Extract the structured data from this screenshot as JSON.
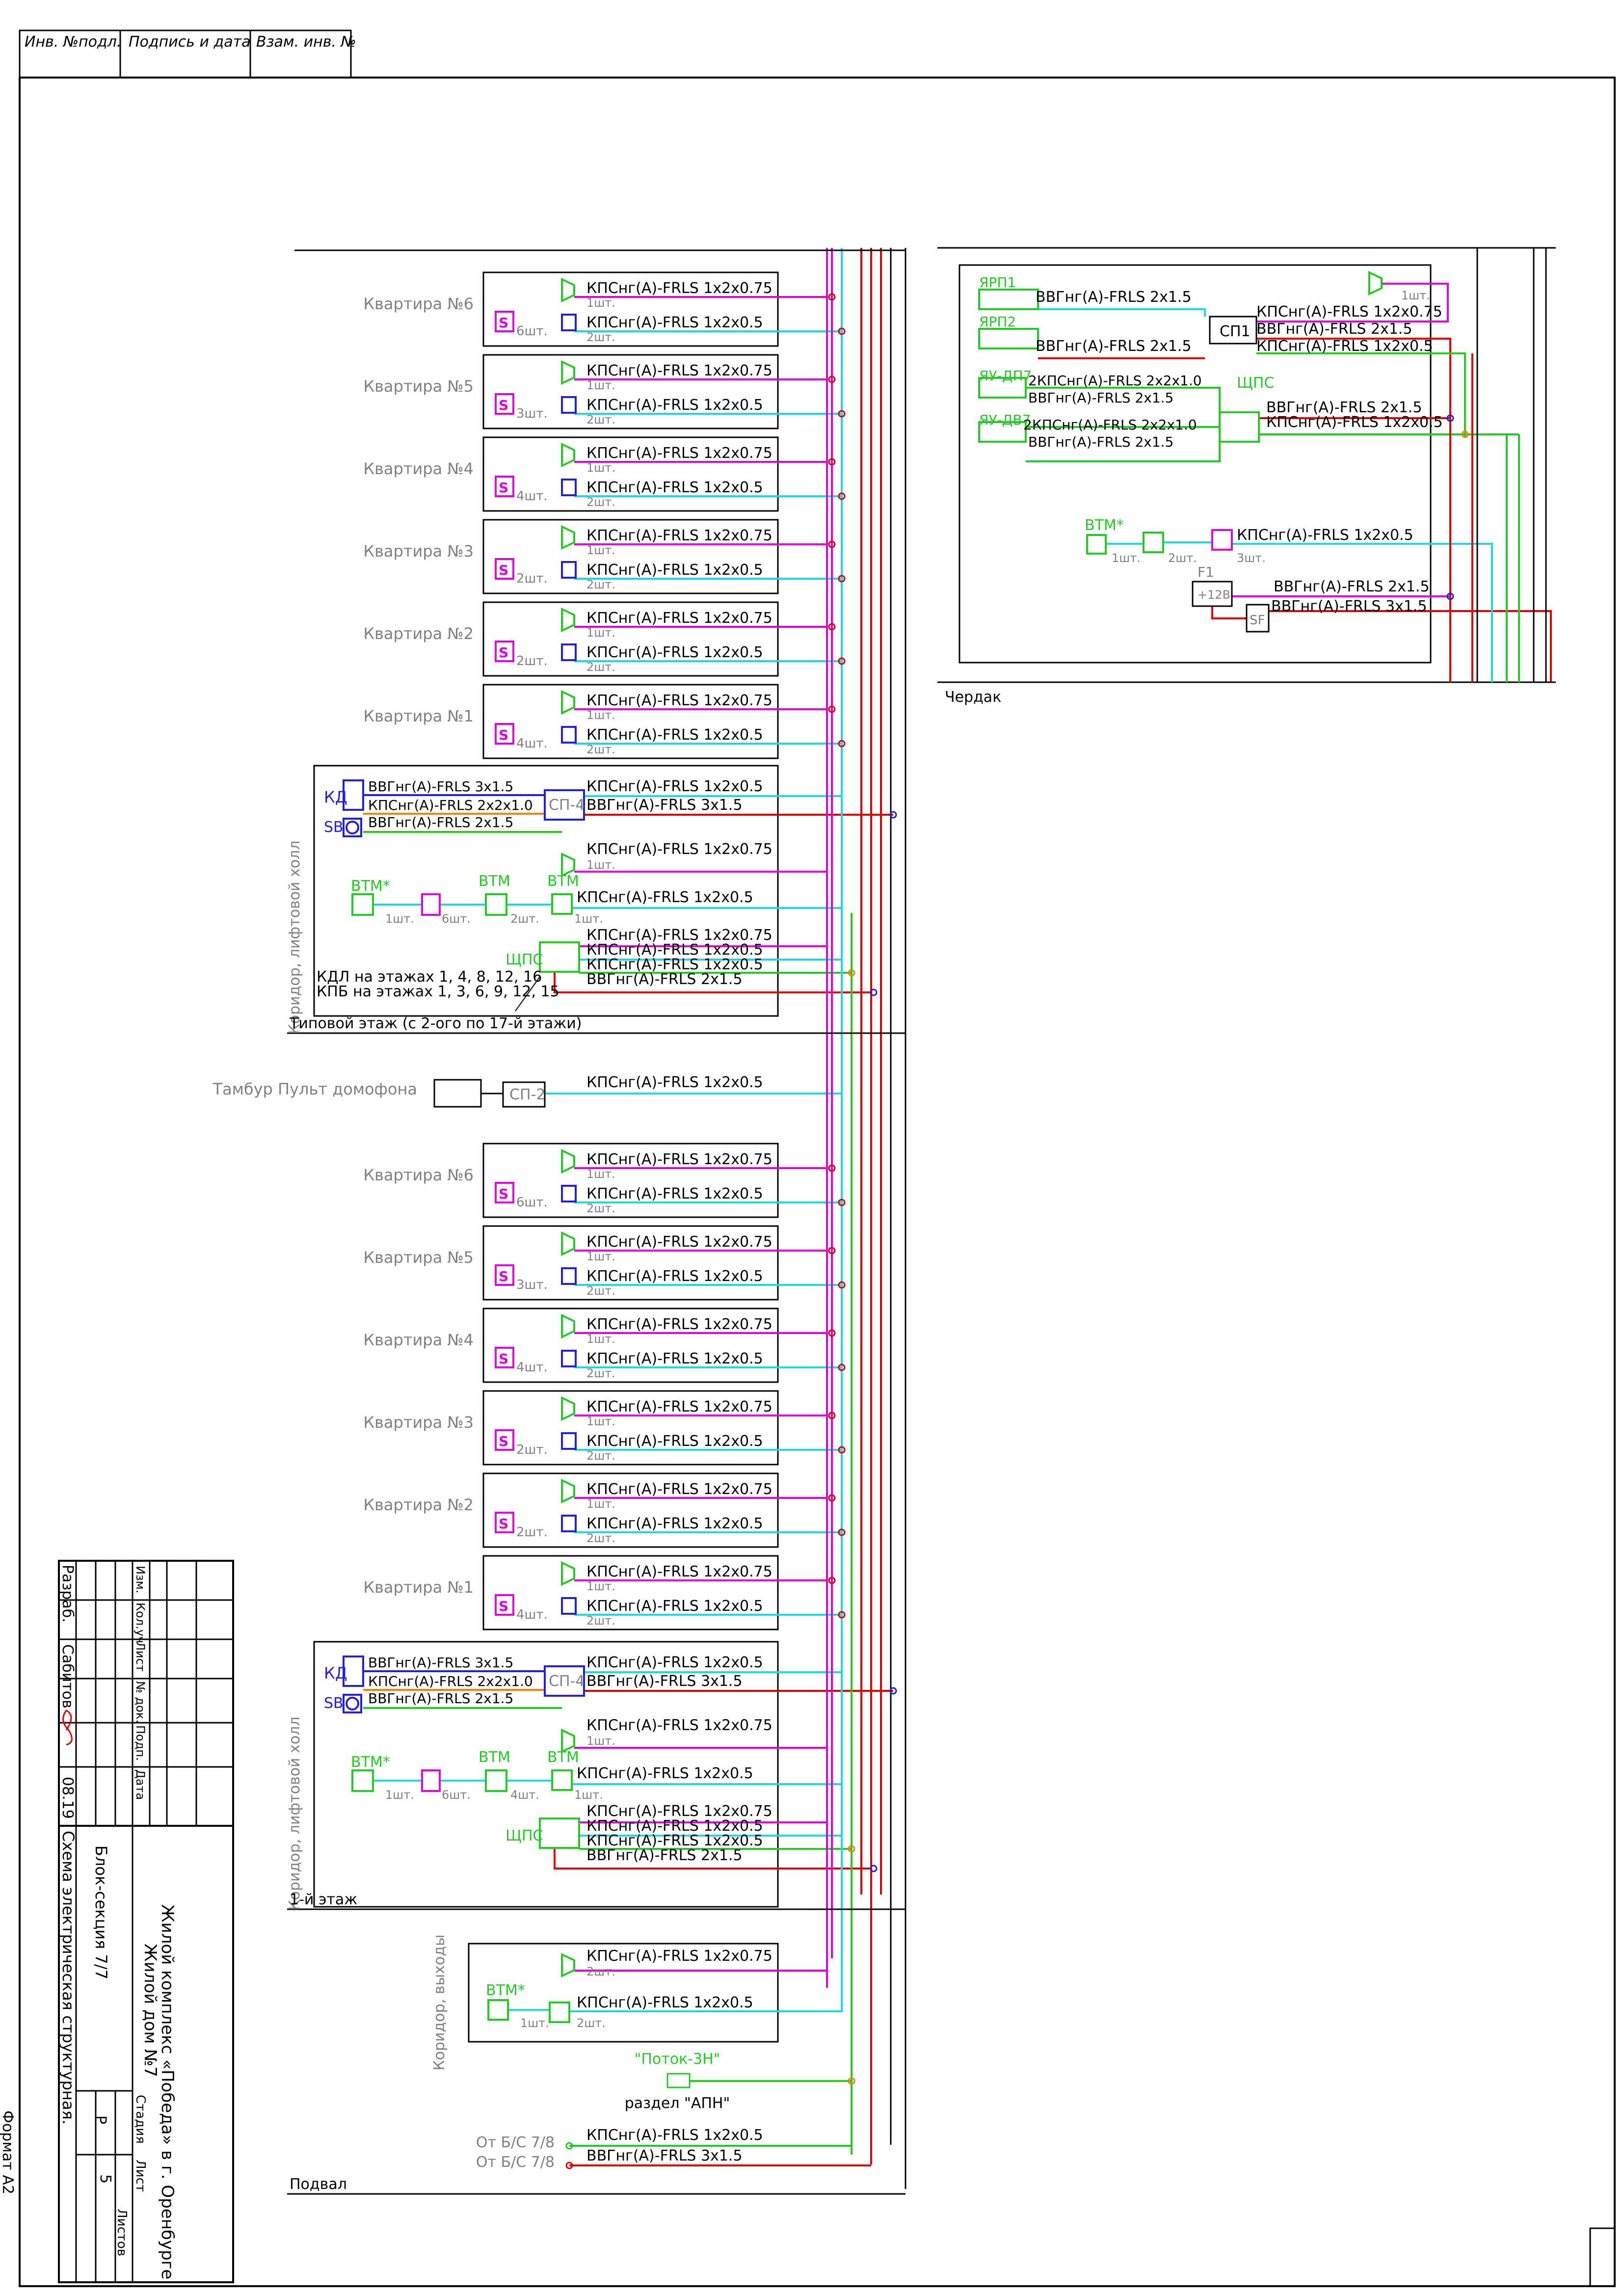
{
  "stamp_top": [
    "Инв. №подл.",
    "Подпись и дата",
    "Взам. инв. №"
  ],
  "colors": {
    "signal_075": "#e000e0",
    "signal_05": "#1ed8e8",
    "power": "#e00000",
    "alarm": "#22cc22",
    "intercom": "#2020dd",
    "orange": "#ff8000",
    "frame": "#000000",
    "note": "#808080"
  },
  "cables": {
    "k075": "КПСнг(А)-FRLS 1x2x0.75",
    "k05": "КПСнг(А)-FRLS 1x2x0.5",
    "v315": "ВВГнг(А)-FRLS 3x1.5",
    "v215": "ВВГнг(А)-FRLS 2x1.5",
    "k2210": "КПСнг(А)-FRLS 2x2x1.0",
    "k2210b": "2КПСнг(А)-FRLS 2x2x1.0"
  },
  "qty": {
    "q1": "1шт.",
    "q2": "2шт.",
    "q3": "3шт.",
    "q4": "4шт.",
    "q6": "6шт."
  },
  "apartments_upper": [
    {
      "name": "Квартира №6",
      "count": "6шт."
    },
    {
      "name": "Квартира №5",
      "count": "3шт."
    },
    {
      "name": "Квартира №4",
      "count": "4шт."
    },
    {
      "name": "Квартира №3",
      "count": "2шт."
    },
    {
      "name": "Квартира №2",
      "count": "2шт."
    },
    {
      "name": "Квартира №1",
      "count": "4шт."
    }
  ],
  "apartments_lower": [
    {
      "name": "Квартира №6",
      "count": "6шт."
    },
    {
      "name": "Квартира №5",
      "count": "3шт."
    },
    {
      "name": "Квартира №4",
      "count": "4шт."
    },
    {
      "name": "Квартира №3",
      "count": "2шт."
    },
    {
      "name": "Квартира №2",
      "count": "2шт."
    },
    {
      "name": "Квартира №1",
      "count": "4шт."
    }
  ],
  "labels": {
    "kd": "КД",
    "sb": "SB",
    "sp4": "СП-4",
    "sp2": "СП-2",
    "sp1": "СП1",
    "btm": "ВТМ",
    "btm_star": "ВТМ*",
    "shps": "ЩПС",
    "corridor": "Коридор, лифтовой холл",
    "floors_kdl": "КДЛ на этажах 1, 4, 8, 12, 16",
    "floors_kpb": "КПБ на этажах 1, 3, 6, 9, 12, 15",
    "typical_floor": "Типовой этаж (с 2-ого по 17-й этажи)",
    "tambur": "Тамбур  Пульт домофона",
    "first_floor": "1-й этаж",
    "corridor_exits": "Коридор, выходы",
    "potok": "\"Поток-3Н\"",
    "apn": "раздел \"АПН\"",
    "from1": "От Б/С 7/8",
    "from2": "От Б/С 7/8",
    "basement": "Подвал",
    "attic": "Чердак",
    "yarp1": "ЯРП1",
    "yarp2": "ЯРП2",
    "yaudp7": "ЯУ-ДП7",
    "yaudv7": "ЯУ-ДВ7",
    "f1": "F1",
    "v12": "+12В",
    "sf": "SF"
  },
  "title_block": {
    "roles": [
      "Разраб.",
      "Сабитов",
      "",
      "",
      "",
      ""
    ],
    "dates": [
      "",
      "08.19"
    ],
    "cols": [
      "Изм.",
      "Кол.уч",
      "Лист",
      "№ док.",
      "Подп.",
      "Дата"
    ],
    "project": "Жилой комплекс «Победа» в г. Оренбурге.",
    "house": "Жилой дом №7",
    "section": "Блок-секция 7/7",
    "sheet_title": "Схема электрическая структурная.",
    "stage_label": "Стадия",
    "sheet_label": "Лист",
    "sheets_label": "Листов",
    "stage": "Р",
    "sheet": "5",
    "sheets": "",
    "format": "Формат А2"
  }
}
